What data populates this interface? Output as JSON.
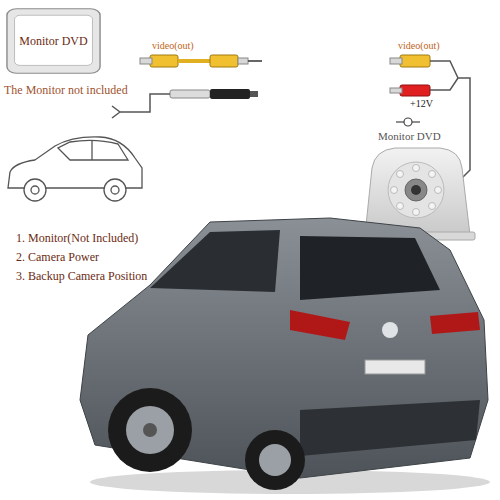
{
  "diagram": {
    "nodes": [
      {
        "text": [
          "Monitor DVD"
        ]
      }
    ],
    "labels": [
      "The Monitor not included",
      "video(out)",
      "video(out)",
      "+12V",
      "Monitor DVD",
      "1. Monitor(Not Included)",
      "2. Camera Power",
      "3. Backup Camera Position"
    ]
  }
}
